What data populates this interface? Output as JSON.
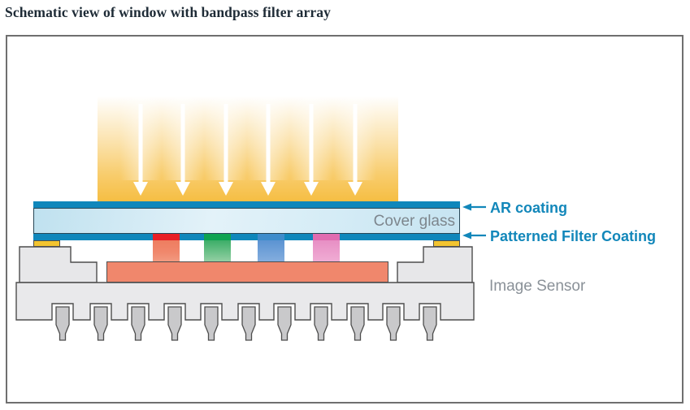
{
  "title": "Schematic view of window with bandpass filter array",
  "diagram": {
    "type": "schematic-cross-section",
    "labels": {
      "ar_coating": "AR coating",
      "patterned_filter_coating": "Patterned Filter Coating",
      "cover_glass": "Cover glass",
      "image_sensor": "Image Sensor"
    },
    "callouts": [
      {
        "text": "AR coating",
        "arrow": "left",
        "points_to": "ar-coating-layer"
      },
      {
        "text": "Patterned Filter Coating",
        "arrow": "left",
        "points_to": "patterned-filter-coating-layer"
      }
    ],
    "light_beam": {
      "direction": "down",
      "arrow_count": 6
    },
    "filter_segments": [
      "red",
      "green",
      "blue",
      "pink"
    ],
    "package": {
      "pin_count": 11,
      "bond_pad_count": 2
    },
    "colors": {
      "callout_text": "#1287ba",
      "coating_teal": "#0f87bb",
      "beam_gold": "#f6be43",
      "glass_fill": "#d9eef6",
      "glass_border": "#274757",
      "bond_pad_gold": "#f2c430",
      "sensor_die_salmon": "#f0876c",
      "package_gray": "#e7e7e9",
      "outline_gray": "#4d4d4d",
      "caption_gray": "#8a9198",
      "title_ink": "#1e2b36"
    }
  }
}
